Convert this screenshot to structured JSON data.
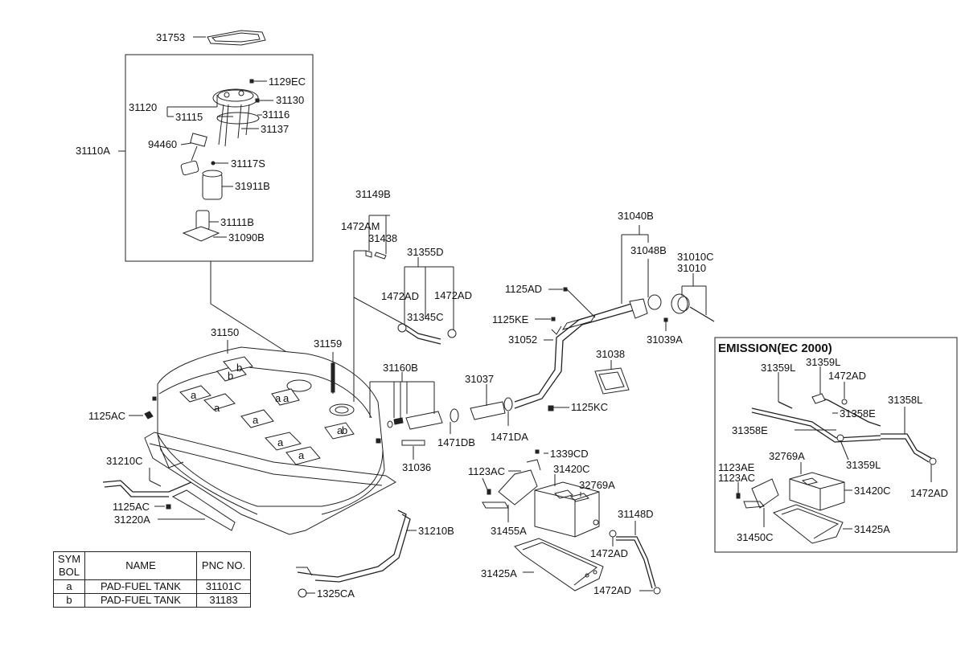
{
  "labels": {
    "p31753": "31753",
    "p1129EC": "1129EC",
    "p31130": "31130",
    "p31120": "31120",
    "p31115": "31115",
    "p31116": "31116",
    "p31137": "31137",
    "p94460": "94460",
    "p31110A": "31110A",
    "p31117S": "31117S",
    "p31911B": "31911B",
    "p31111B": "31111B",
    "p31090B": "31090B",
    "p31149B": "31149B",
    "p1472AM": "1472AM",
    "p31438": "31438",
    "p31355D": "31355D",
    "p1472AD_a": "1472AD",
    "p1472AD_b": "1472AD",
    "p31345C": "31345C",
    "p31040B": "31040B",
    "p31048B": "31048B",
    "p31010C": "31010C",
    "p31010": "31010",
    "p1125AD_top": "1125AD",
    "p1125KE": "1125KE",
    "p31052": "31052",
    "p31039A": "31039A",
    "p31150": "31150",
    "p31159": "31159",
    "p31160B": "31160B",
    "p31037": "31037",
    "p31038": "31038",
    "p1125AC_a": "1125AC",
    "p1471DB": "1471DB",
    "p1471DA": "1471DA",
    "p1125KC": "1125KC",
    "p31036": "31036",
    "p31210C": "31210C",
    "p1125AC_b": "1125AC",
    "p31220A": "31220A",
    "p31210B": "31210B",
    "p1325CA": "1325CA",
    "p1339CD": "1339CD",
    "p1123AC_a": "1123AC",
    "p31420C_a": "31420C",
    "p32769A_a": "32769A",
    "p31455A": "31455A",
    "p31148D": "31148D",
    "p1472AD_c": "1472AD",
    "p31425A_a": "31425A",
    "p1472AD_d": "1472AD",
    "pad_a1": "a",
    "pad_a2": "a",
    "pad_a3": "a",
    "pad_a4": "a",
    "pad_a5": "a",
    "pad_a6": "a",
    "pad_a7": "a",
    "pad_a8": "a",
    "pad_b1": "b",
    "pad_b2": "b",
    "pad_b3": "b"
  },
  "emission": {
    "title": "EMISSION(EC 2000)",
    "labels": {
      "e31359L_a": "31359L",
      "e31359L_b": "31359L",
      "e1472AD_a": "1472AD",
      "e31358L": "31358L",
      "e31358E_a": "31358E",
      "e31358E_b": "31358E",
      "e31359L_c": "31359L",
      "e1472AD_b": "1472AD",
      "e32769A": "32769A",
      "e1123AE": "1123AE",
      "e1123AC": "1123AC",
      "e31420C": "31420C",
      "e31450C": "31450C",
      "e31425A": "31425A"
    }
  },
  "legend": {
    "headers": {
      "symbol": "SYM BOL",
      "name": "NAME",
      "pnc": "PNC NO."
    },
    "rows": [
      {
        "symbol": "a",
        "name": "PAD-FUEL TANK",
        "pnc": "31101C"
      },
      {
        "symbol": "b",
        "name": "PAD-FUEL TANK",
        "pnc": "31183"
      }
    ]
  }
}
